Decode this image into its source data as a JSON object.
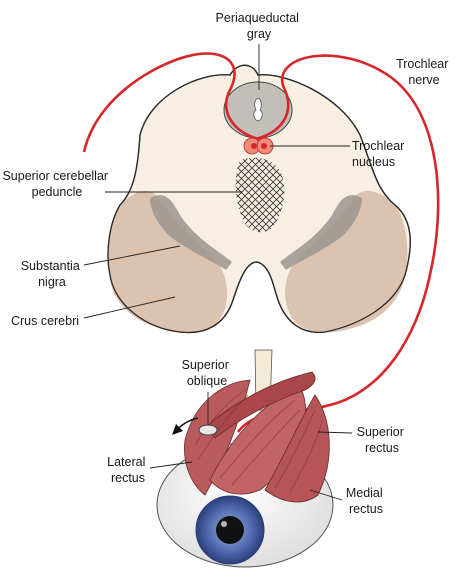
{
  "labels": {
    "periaqueductal_gray": [
      "Periaqueductal",
      "gray"
    ],
    "trochlear_nerve": [
      "Trochlear",
      "nerve"
    ],
    "trochlear_nucleus": [
      "Trochlear",
      "nucleus"
    ],
    "superior_cerebellar_peduncle": [
      "Superior cerebellar",
      "peduncle"
    ],
    "substantia_nigra": [
      "Substantia",
      "nigra"
    ],
    "crus_cerebri": [
      "Crus cerebri"
    ],
    "superior_oblique": [
      "Superior",
      "oblique"
    ],
    "superior_rectus": [
      "Superior",
      "rectus"
    ],
    "lateral_rectus": [
      "Lateral",
      "rectus"
    ],
    "medial_rectus": [
      "Medial",
      "rectus"
    ]
  },
  "colors": {
    "nerve": "#d7262a",
    "brainstem": "#f7efe2",
    "crus": "#dcc3b0",
    "nigra": "#9b9590",
    "gray_matter": "#c2bfbb",
    "muscle": "#b95a5c",
    "iris": "#4a63a7"
  }
}
